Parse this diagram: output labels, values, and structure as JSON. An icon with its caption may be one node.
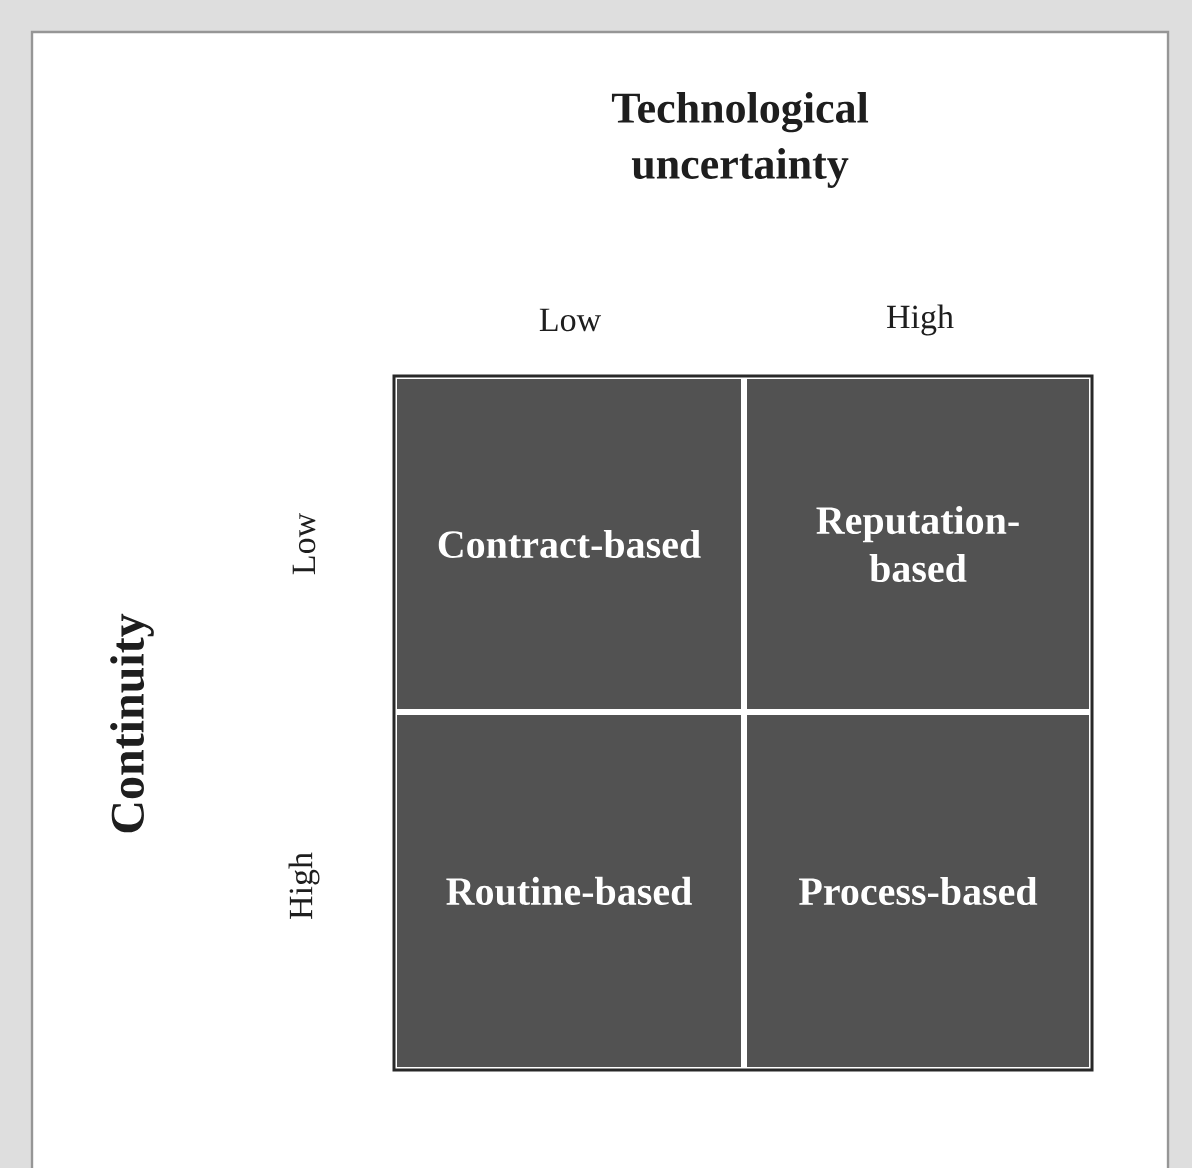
{
  "diagram": {
    "nodes": [
      {
        "text": [
          "Contract-based"
        ]
      },
      {
        "text": [
          "Reputation-based"
        ]
      },
      {
        "text": [
          "Routine-based"
        ]
      },
      {
        "text": [
          "Process-based"
        ]
      }
    ],
    "labels": [
      "Technological uncertainty",
      "Low",
      "High",
      "Continuity",
      "Low",
      "High"
    ]
  }
}
